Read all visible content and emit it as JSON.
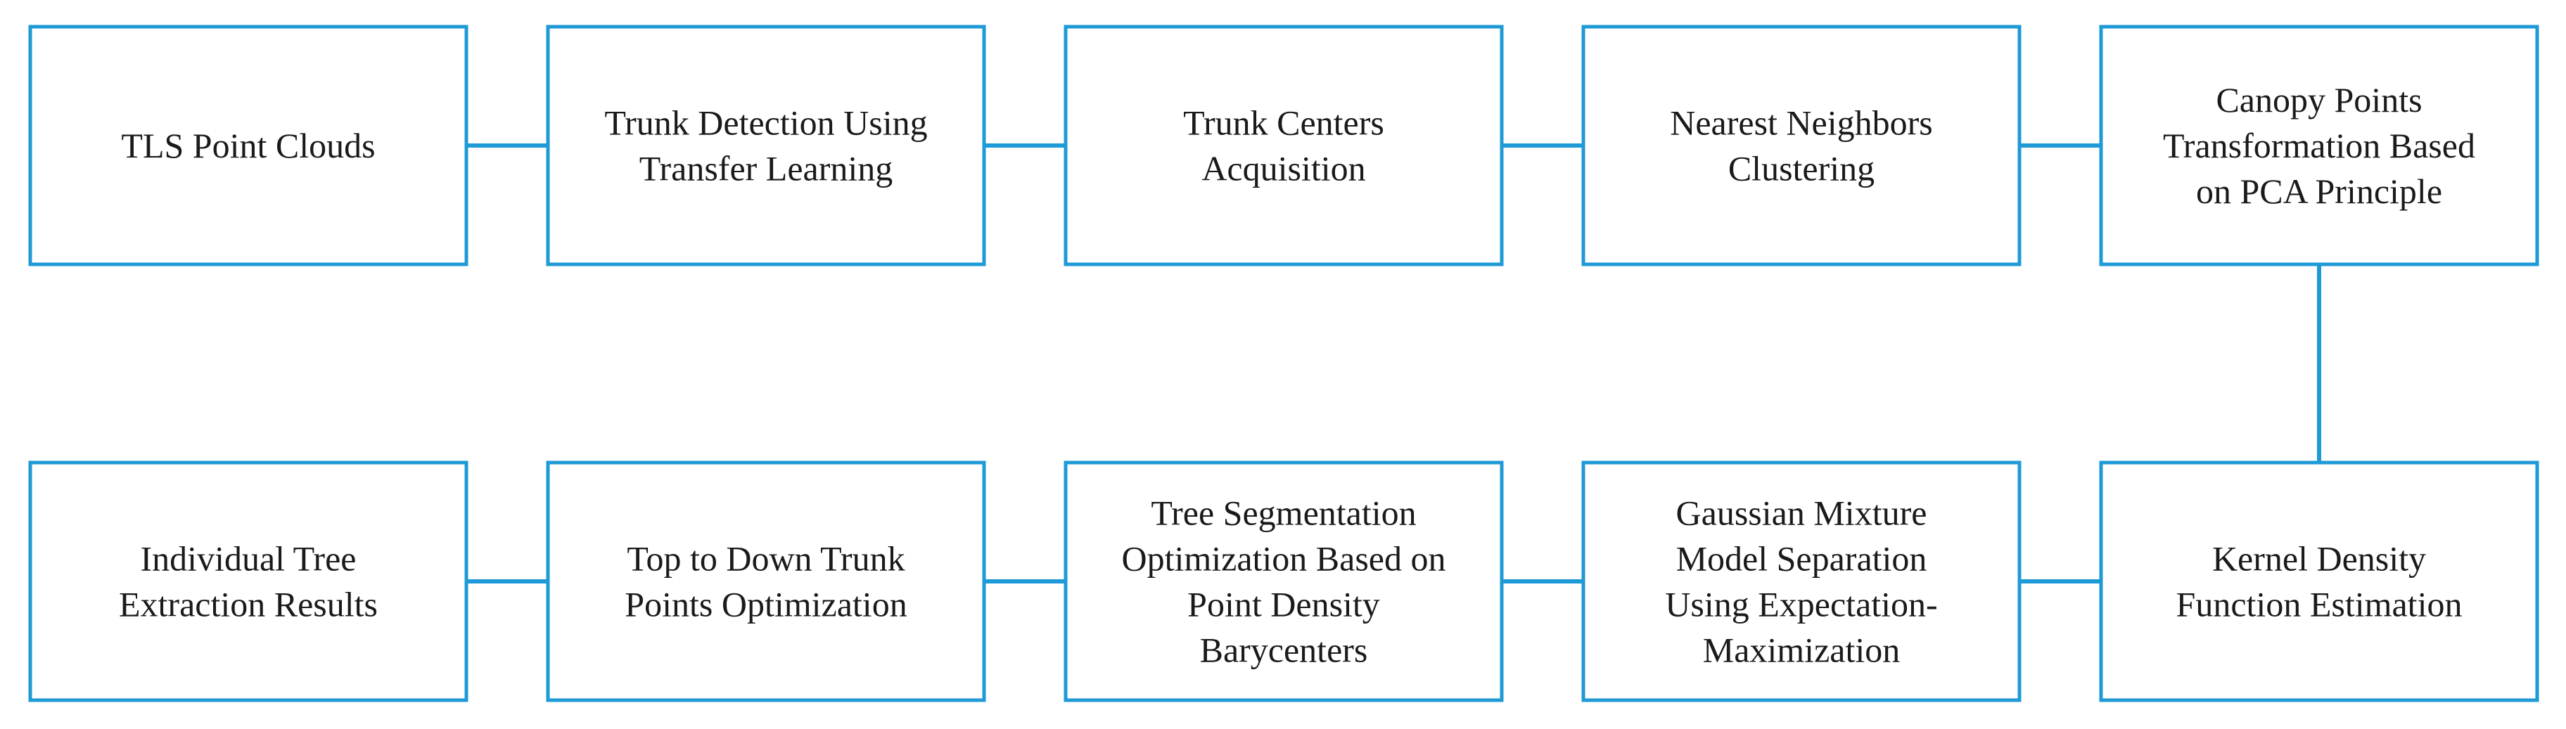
{
  "colors": {
    "box_stroke": "#1e9ad6",
    "arrow": "#1e9ad6",
    "text": "#1a1a1a",
    "background": "#ffffff"
  },
  "steps": [
    {
      "id": "tls",
      "lines": [
        "TLS Point Clouds"
      ]
    },
    {
      "id": "trunk-detection",
      "lines": [
        "Trunk Detection Using",
        "Transfer Learning"
      ]
    },
    {
      "id": "trunk-centers",
      "lines": [
        "Trunk Centers",
        "Acquisition"
      ]
    },
    {
      "id": "nn-clustering",
      "lines": [
        "Nearest Neighbors",
        "Clustering"
      ]
    },
    {
      "id": "pca-transform",
      "lines": [
        "Canopy Points",
        "Transformation Based",
        "on PCA Principle"
      ]
    },
    {
      "id": "kde",
      "lines": [
        "Kernel Density",
        "Function Estimation"
      ]
    },
    {
      "id": "gmm-em",
      "lines": [
        "Gaussian Mixture",
        "Model Separation",
        "Using Expectation-",
        "Maximization"
      ]
    },
    {
      "id": "density-barycenters",
      "lines": [
        "Tree Segmentation",
        "Optimization Based on",
        "Point Density",
        "Barycenters"
      ]
    },
    {
      "id": "top-down",
      "lines": [
        "Top to Down Trunk",
        "Points Optimization"
      ]
    },
    {
      "id": "results",
      "lines": [
        "Individual Tree",
        "Extraction Results"
      ]
    }
  ]
}
